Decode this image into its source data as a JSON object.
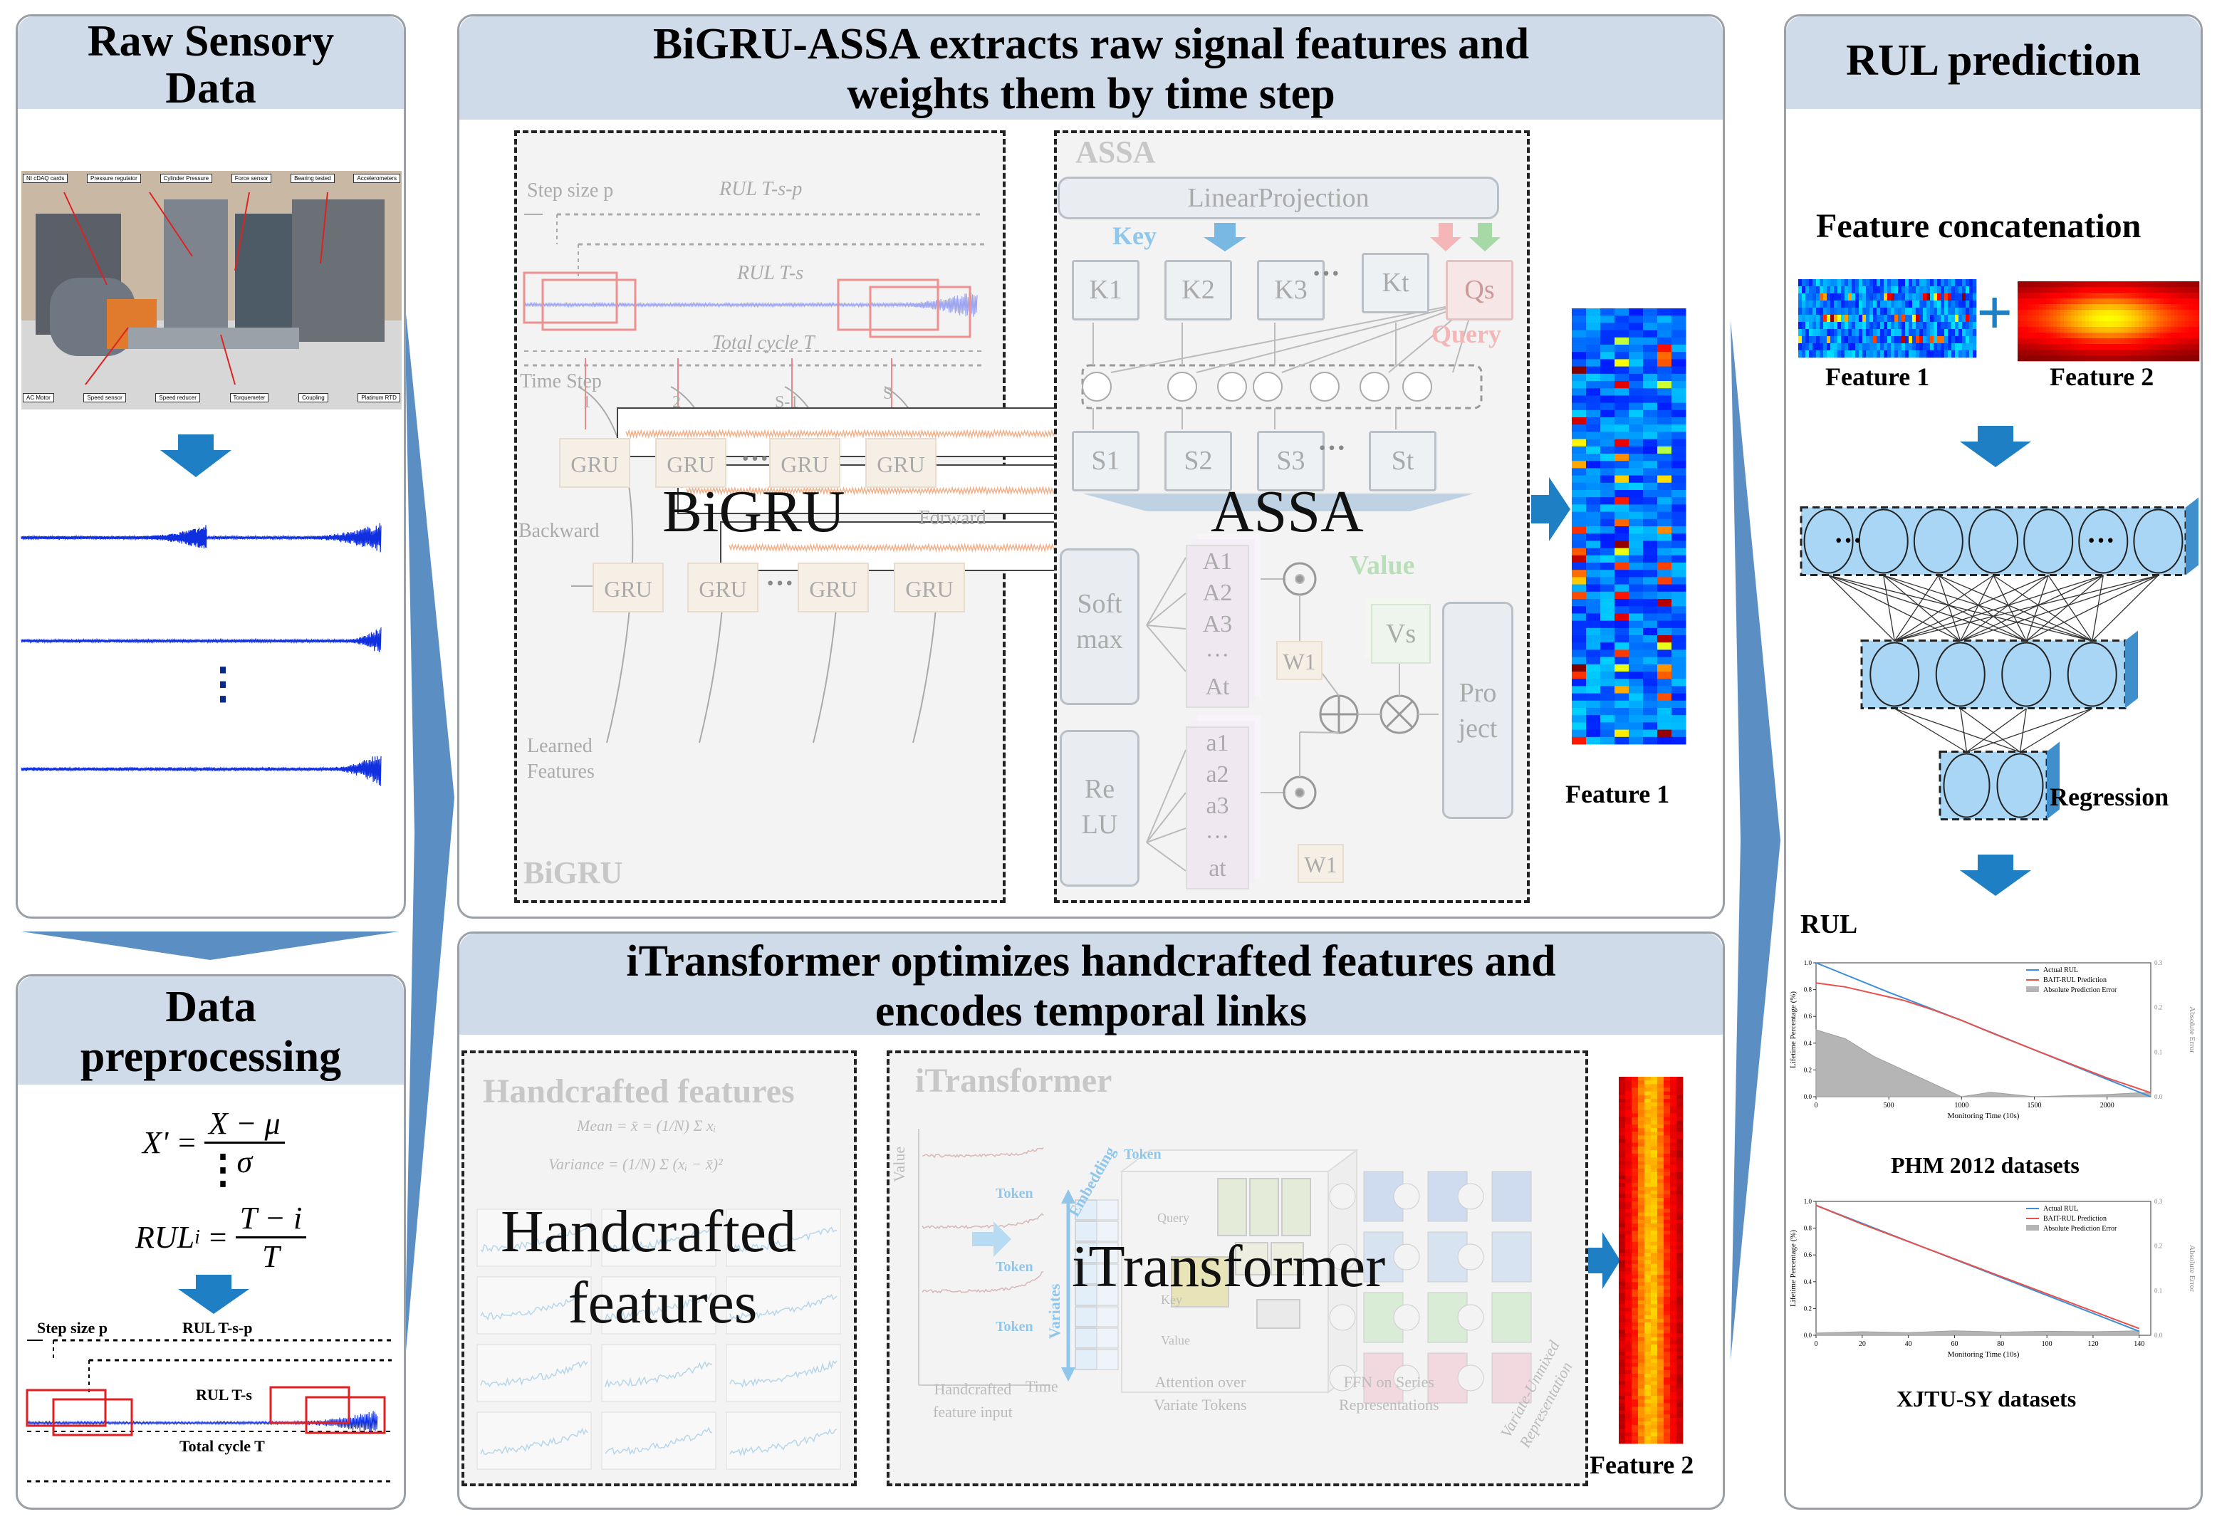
{
  "panels": {
    "raw": {
      "title_l1": "Raw Sensory",
      "title_l2": "Data"
    },
    "prep": {
      "title_l1": "Data",
      "title_l2": "preprocessing"
    },
    "bigru": {
      "title_l1": "BiGRU-ASSA extracts raw signal features and",
      "title_l2": "weights them by time step"
    },
    "itrans": {
      "title_l1": "iTransformer optimizes handcrafted features and",
      "title_l2": "encodes temporal links"
    },
    "rul": {
      "title": "RUL prediction"
    }
  },
  "photo_labels": {
    "top": [
      "NI cDAQ cards",
      "Pressure regulator",
      "Cylinder Pressure",
      "Force sensor",
      "Bearing tested",
      "Accelerometers"
    ],
    "bottom": [
      "AC Motor",
      "Speed sensor",
      "Speed reducer",
      "Torquemeter",
      "Coupling",
      "Platinum RTD"
    ]
  },
  "raw_ellipsis": "⋮",
  "prep": {
    "eq1_lhs": "X' =",
    "eq1_num": "X − μ",
    "eq1_den": "σ",
    "ellipsis": "⋮",
    "eq2_lhs": "RUL",
    "eq2_sub": "i",
    "eq2_num": "T − i",
    "eq2_den": "T",
    "step": "Step size p",
    "rul_tsp": "RUL T-s-p",
    "rul_ts": "RUL T-s",
    "cycle": "Total cycle T"
  },
  "bigru_box": {
    "step": "Step size p",
    "rul_tsp": "RUL T-s-p",
    "rul_ts": "RUL T-s",
    "cycle": "Total cycle T",
    "timestep": "Time Step",
    "t1": "1",
    "t2": "2",
    "t3": "S-1",
    "t4": "S",
    "gru": "GRU",
    "dots": "···",
    "backward": "Backward",
    "forward": "Forward",
    "learned_l1": "Learned",
    "learned_l2": "Features",
    "corner": "BiGRU",
    "big": "BiGRU"
  },
  "assa_box": {
    "corner": "ASSA",
    "linear": "LinearProjection",
    "key": "Key",
    "query": "Query",
    "keys": [
      "K1",
      "K2",
      "K3",
      "Kt"
    ],
    "qs": "Qs",
    "scores": [
      "S1",
      "S2",
      "S3",
      "St"
    ],
    "dots": "···",
    "big": "ASSA",
    "softmax_l1": "Soft",
    "softmax_l2": "max",
    "relu_l1": "Re",
    "relu_l2": "LU",
    "a_upper": [
      "A1",
      "A2",
      "A3",
      "···",
      "At"
    ],
    "a_lower": [
      "a1",
      "a2",
      "a3",
      "···",
      "at"
    ],
    "w1": "W1",
    "value": "Value",
    "vs": "Vs",
    "project_l1": "Pro",
    "project_l2": "ject"
  },
  "feature1": "Feature 1",
  "feature2": "Feature 2",
  "hand_box": {
    "title": "Handcrafted features",
    "mean": "Mean = x̄ = (1/N) Σ xᵢ",
    "variance": "Variance = (1/N) Σ (xᵢ − x̄)²",
    "big_l1": "Handcrafted",
    "big_l2": "features"
  },
  "itrans_box": {
    "title": "iTransformer",
    "value_axis": "Value",
    "time_axis": "Time",
    "token": "Token",
    "embedding": "Embedding",
    "variates": "Variates",
    "input_l1": "Handcrafted",
    "input_l2": "feature input",
    "query": "Query",
    "key": "Key",
    "value": "Value",
    "attn_l1": "Attention over",
    "attn_l2": "Variate Tokens",
    "ffn_l1": "FFN on Series",
    "ffn_l2": "Representations",
    "vu_l1": "Variate-Unmixed",
    "vu_l2": "Representation",
    "big": "iTransformer"
  },
  "rul": {
    "concat": "Feature concatenation",
    "f1": "Feature 1",
    "f2": "Feature 2",
    "plus": "+",
    "dots": "···",
    "regression": "Regression",
    "rul_label": "RUL",
    "ds1": "PHM 2012 datasets",
    "ds2": "XJTU-SY datasets"
  },
  "chart_data": [
    {
      "type": "line",
      "title": "",
      "xlabel": "Monitoring Time (10s)",
      "ylabel": "Lifetime Percentage (%)",
      "y2label": "Absolute Error",
      "xlim": [
        0,
        2300
      ],
      "ylim": [
        0,
        1.0
      ],
      "y2lim": [
        0,
        0.3
      ],
      "xticks": [
        0,
        500,
        1000,
        1500,
        2000
      ],
      "yticks": [
        0.0,
        0.2,
        0.4,
        0.6,
        0.8,
        1.0
      ],
      "y2ticks": [
        0.0,
        0.1,
        0.2,
        0.3
      ],
      "legend_position": "top-right",
      "series": [
        {
          "name": "Actual RUL",
          "color": "#3b8fd9",
          "x": [
            0,
            500,
            1000,
            1500,
            2000,
            2300
          ],
          "y": [
            1.0,
            0.78,
            0.57,
            0.35,
            0.13,
            0.0
          ]
        },
        {
          "name": "BAIT-RUL Prediction",
          "color": "#e8504a",
          "x": [
            0,
            200,
            400,
            600,
            800,
            1000,
            1200,
            1500,
            2000,
            2300
          ],
          "y": [
            0.85,
            0.82,
            0.77,
            0.72,
            0.65,
            0.57,
            0.48,
            0.35,
            0.14,
            0.03
          ]
        },
        {
          "name": "Absolute Prediction Error",
          "color": "#9e9e9e",
          "axis": "y2",
          "x": [
            0,
            200,
            400,
            600,
            800,
            1000,
            1200,
            1500,
            2000,
            2300
          ],
          "y": [
            0.15,
            0.13,
            0.09,
            0.06,
            0.03,
            0.0,
            0.01,
            0.0,
            0.005,
            0.01
          ]
        }
      ]
    },
    {
      "type": "line",
      "title": "",
      "xlabel": "Monitoring Time (10s)",
      "ylabel": "Lifetime Percentage (%)",
      "y2label": "Absolute Error",
      "xlim": [
        0,
        145
      ],
      "ylim": [
        0,
        1.0
      ],
      "y2lim": [
        0,
        0.3
      ],
      "xticks": [
        0,
        20,
        40,
        60,
        80,
        100,
        120,
        140
      ],
      "yticks": [
        0.0,
        0.2,
        0.4,
        0.6,
        0.8,
        1.0
      ],
      "y2ticks": [
        0.0,
        0.1,
        0.2,
        0.3
      ],
      "legend_position": "top-right",
      "series": [
        {
          "name": "Actual RUL",
          "color": "#3b8fd9",
          "x": [
            0,
            140
          ],
          "y": [
            0.97,
            0.03
          ]
        },
        {
          "name": "BAIT-RUL Prediction",
          "color": "#e8504a",
          "x": [
            0,
            20,
            40,
            60,
            80,
            100,
            120,
            140
          ],
          "y": [
            0.97,
            0.83,
            0.7,
            0.57,
            0.44,
            0.31,
            0.18,
            0.05
          ]
        },
        {
          "name": "Absolute Prediction Error",
          "color": "#9e9e9e",
          "axis": "y2",
          "x": [
            0,
            20,
            40,
            60,
            80,
            100,
            120,
            140
          ],
          "y": [
            0.005,
            0.008,
            0.006,
            0.01,
            0.007,
            0.009,
            0.008,
            0.01
          ]
        }
      ]
    }
  ]
}
